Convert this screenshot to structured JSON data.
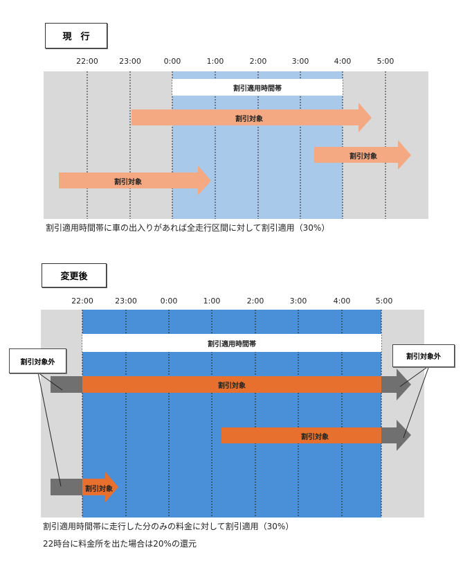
{
  "colors": {
    "gray_bg": "#d9d9d9",
    "blue_current": "#a9c9ea",
    "blue_after": "#4a90d9",
    "arrow_current": "#f4a982",
    "arrow_after": "#e8702f",
    "arrow_outside": "#707070"
  },
  "current": {
    "title": "現　行",
    "ticks": [
      "22:00",
      "23:00",
      "0:00",
      "1:00",
      "2:00",
      "3:00",
      "4:00",
      "5:00"
    ],
    "discount_band_label": "割引適用時間帯",
    "arrows": [
      {
        "label": "割引対象"
      },
      {
        "label": "割引対象"
      },
      {
        "label": "割引対象"
      }
    ],
    "caption": "割引適用時間帯に車の出入りがあれば全走行区間に対して割引適用（30%）"
  },
  "after": {
    "title": "変更後",
    "ticks": [
      "22:00",
      "23:00",
      "0:00",
      "1:00",
      "2:00",
      "3:00",
      "4:00",
      "5:00"
    ],
    "discount_band_label": "割引適用時間帯",
    "arrows": [
      {
        "label": "割引対象"
      },
      {
        "label": "割引対象"
      },
      {
        "label": "割引対象"
      }
    ],
    "outside_label_left": "割引対象外",
    "outside_label_right": "割引対象外",
    "caption1": "割引適用時間帯に走行した分のみの料金に対して割引適用（30%）",
    "caption2": "22時台に料金所を出た場合は20%の還元"
  }
}
